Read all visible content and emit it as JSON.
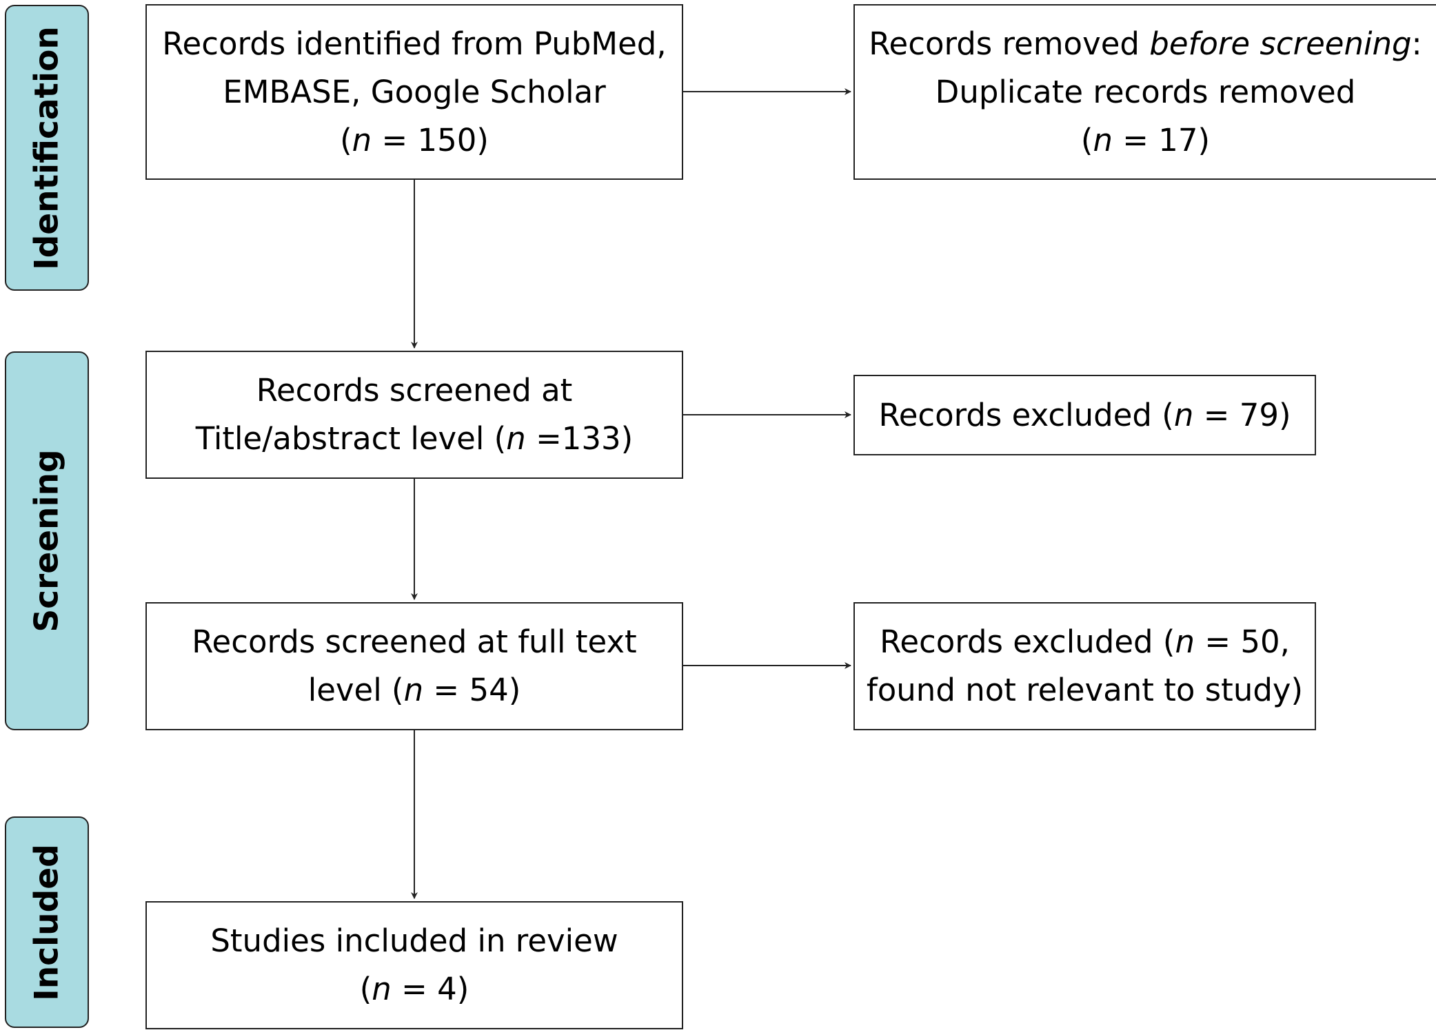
{
  "phases": {
    "identification": "Identification",
    "screening": "Screening",
    "included": "Included"
  },
  "boxes": {
    "identified": {
      "line1": "Records identified from PubMed,",
      "line2": "EMBASE, Google Scholar",
      "n_open": "(",
      "n_var": "n",
      "n_rest": " = 150)"
    },
    "removed": {
      "line1_pre": "Records removed ",
      "line1_em": "before screening",
      "line1_post": ":",
      "line2": "Duplicate records removed",
      "n_open": "(",
      "n_var": "n",
      "n_rest": " = 17)"
    },
    "screened_title": {
      "line1": "Records screened at",
      "line2_pre": "Title/abstract level (",
      "n_var": "n",
      "line2_post": " =133)"
    },
    "excluded_title": {
      "pre": "Records excluded (",
      "n_var": "n",
      "post": " = 79)"
    },
    "screened_full": {
      "line1": "Records screened at full text",
      "line2_pre": "level (",
      "n_var": "n",
      "line2_post": " = 54)"
    },
    "excluded_full": {
      "line1_pre": "Records excluded (",
      "n_var": "n",
      "line1_post": " = 50,",
      "line2": "found not relevant to study)"
    },
    "included": {
      "line1": "Studies included in review",
      "n_open": "(",
      "n_var": "n",
      "n_rest": " = 4)"
    }
  }
}
